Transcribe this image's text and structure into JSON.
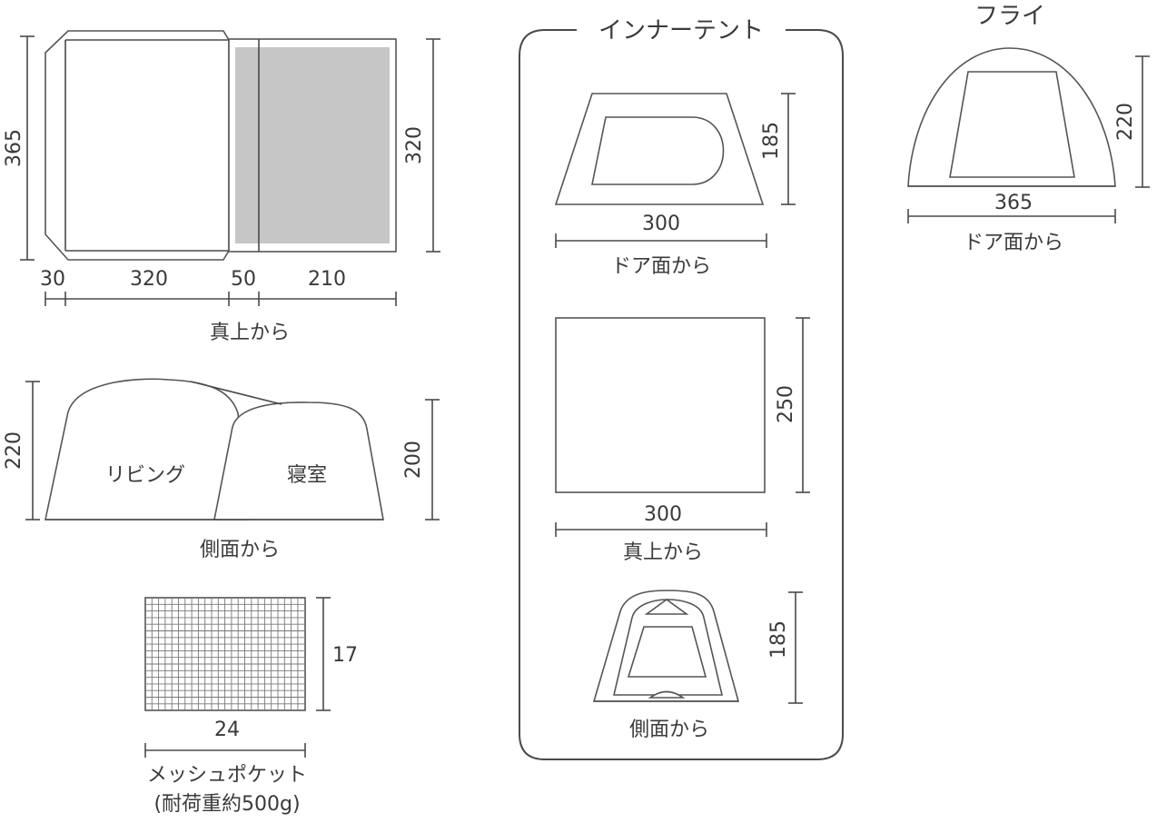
{
  "colors": {
    "line": "#4a4a4a",
    "bedroom_fill": "#c6c6c6",
    "background": "#ffffff"
  },
  "top_view": {
    "dims": {
      "total_depth": "365",
      "bedroom_depth": "320",
      "w_30": "30",
      "w_320": "320",
      "w_50": "50",
      "w_210": "210"
    },
    "caption": "真上から"
  },
  "side_view": {
    "dims": {
      "height_total": "220",
      "height_bedroom": "200"
    },
    "labels": {
      "living": "リビング",
      "bedroom": "寝室"
    },
    "caption": "側面から"
  },
  "mesh_pocket": {
    "dims": {
      "height": "17",
      "width": "24"
    },
    "caption_line1": "メッシュポケット",
    "caption_line2": "(耐荷重約500g)"
  },
  "inner_tent": {
    "title": "インナーテント",
    "door_view": {
      "height": "185",
      "width": "300",
      "caption": "ドア面から"
    },
    "top_view": {
      "depth": "250",
      "width": "300",
      "caption": "真上から"
    },
    "side_view": {
      "height": "185",
      "caption": "側面から"
    }
  },
  "fly": {
    "title": "フライ",
    "height": "220",
    "width": "365",
    "caption": "ドア面から"
  }
}
